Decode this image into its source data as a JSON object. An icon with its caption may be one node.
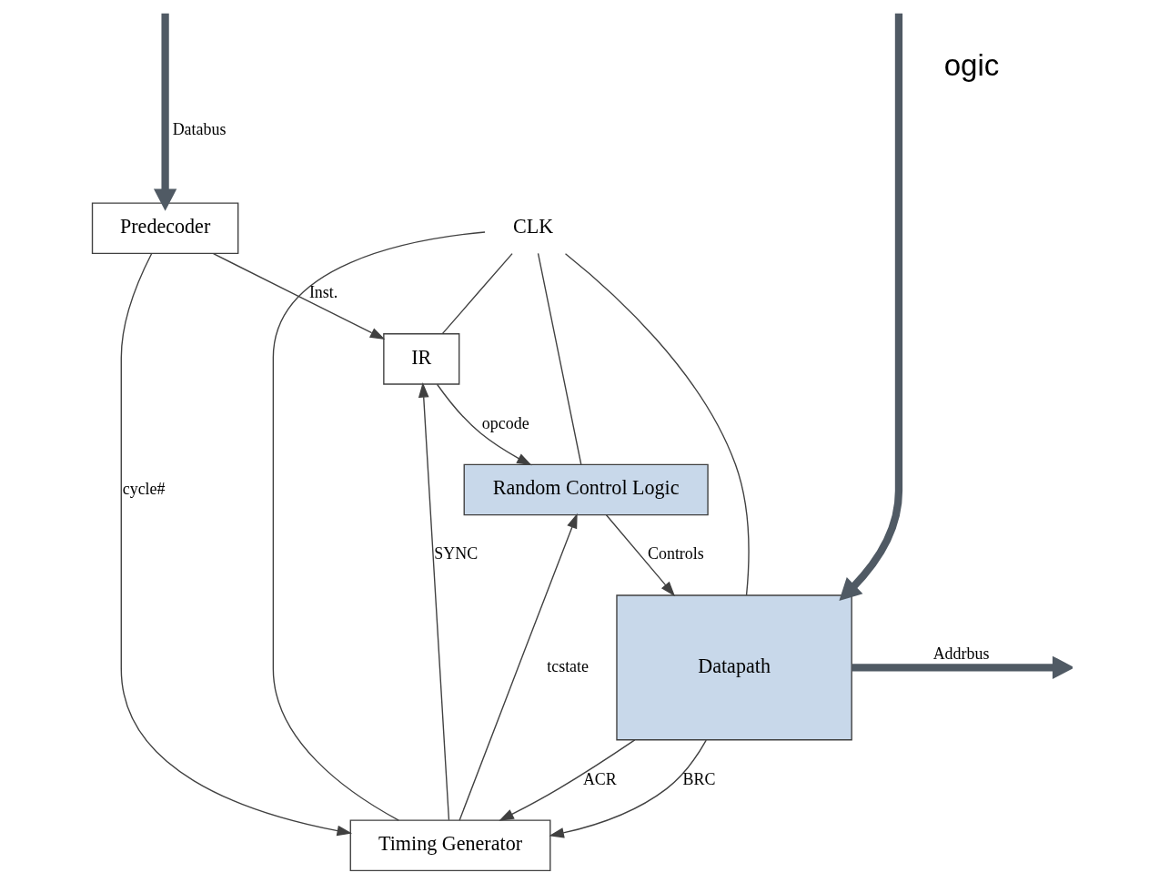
{
  "diagram": {
    "nodes": [
      {
        "text": [
          "Predecoder"
        ]
      },
      {
        "text": [
          "IR"
        ]
      },
      {
        "text": [
          "Timing Generator"
        ]
      },
      {
        "text": [
          "Random Control Logic"
        ]
      },
      {
        "text": [
          "Datapath"
        ]
      },
      {
        "text": [
          "CLK"
        ]
      }
    ],
    "edges": [
      {
        "from": null,
        "to": 0,
        "arrow": "to",
        "style": "thick",
        "label": "Databus"
      },
      {
        "from": null,
        "to": 4,
        "arrow": "to",
        "style": "thick"
      },
      {
        "from": 0,
        "to": 1,
        "arrow": "to",
        "label": "Inst."
      },
      {
        "from": 0,
        "to": 2,
        "arrow": "to",
        "label": "cycle#"
      },
      {
        "from": 5,
        "to": 1,
        "arrow": "none"
      },
      {
        "from": 5,
        "to": 2,
        "arrow": "none"
      },
      {
        "from": 5,
        "to": 3,
        "arrow": "none"
      },
      {
        "from": 5,
        "to": 4,
        "arrow": "none"
      },
      {
        "from": 2,
        "to": 1,
        "arrow": "to",
        "label": "SYNC"
      },
      {
        "from": 4,
        "to": 2,
        "arrow": "to",
        "label": "BRC"
      },
      {
        "from": 4,
        "to": 2,
        "arrow": "to",
        "label": "ACR"
      },
      {
        "from": 1,
        "to": 3,
        "arrow": "to",
        "label": "opcode"
      },
      {
        "from": 2,
        "to": 3,
        "arrow": "to",
        "label": "tcstate"
      },
      {
        "from": 3,
        "to": 4,
        "arrow": "to",
        "label": "Controls"
      },
      {
        "from": 4,
        "to": null,
        "arrow": "to",
        "style": "thick",
        "label": "Addrbus"
      }
    ],
    "labels": [
      "ogic"
    ]
  }
}
